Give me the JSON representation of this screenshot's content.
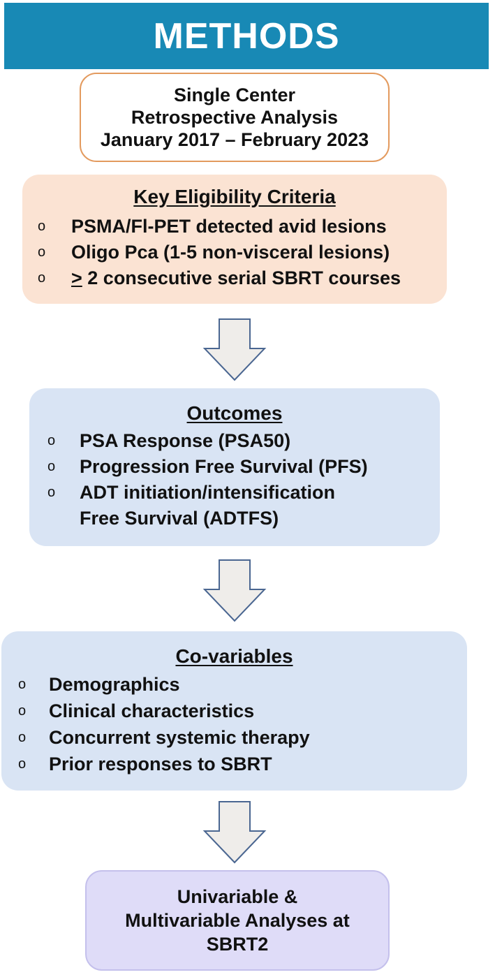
{
  "banner": {
    "title": "METHODS"
  },
  "study": {
    "lines": [
      "Single Center",
      "Retrospective Analysis",
      "January 2017 – February 2023"
    ]
  },
  "criteria": {
    "heading": "Key Eligibility Criteria",
    "bullet": "o",
    "items": [
      "PSMA/Fl-PET detected avid lesions",
      "Oligo Pca (1-5 non-visceral lesions)"
    ],
    "item3_symbol": ">",
    "item3_rest": " 2 consecutive serial SBRT courses"
  },
  "outcomes": {
    "heading": "Outcomes",
    "bullet": "o",
    "items": [
      "PSA Response (PSA50)",
      "Progression Free Survival (PFS)"
    ],
    "item3_line1": "ADT initiation/intensification",
    "item3_line2": "Free Survival (ADTFS)"
  },
  "covariables": {
    "heading": "Co-variables",
    "bullet": "o",
    "items": [
      "Demographics",
      "Clinical characteristics",
      "Concurrent systemic therapy",
      "Prior responses to SBRT"
    ]
  },
  "analyses": {
    "lines": [
      "Univariable &",
      "Multivariable Analyses at",
      "SBRT2"
    ]
  },
  "colors": {
    "banner": "#1889b5",
    "study_border": "#e39a5e",
    "criteria_fill": "#fbe3d3",
    "outcomes_fill": "#d9e4f4",
    "covariables_fill": "#d9e4f4",
    "analyses_fill": "#dfdcf8",
    "arrow_fill": "#efedea",
    "arrow_stroke": "#4a6691"
  },
  "icons": [
    "down-arrow-icon"
  ]
}
